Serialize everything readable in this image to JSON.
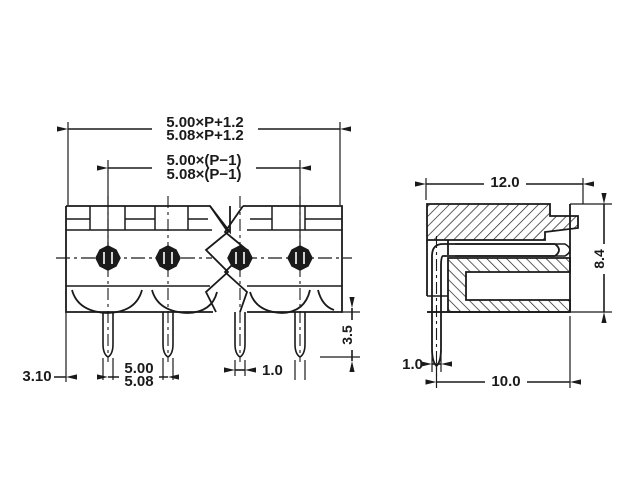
{
  "drawing": {
    "title": "Terminal block connector mechanical drawing",
    "background_color": "#ffffff",
    "line_color": "#1a1a1a",
    "views": {
      "front": {
        "name": "front-view",
        "pin_count_visible": 4,
        "break_symbol": true
      },
      "side": {
        "name": "side-section-view",
        "hatched": true,
        "right_angle_pin": true
      }
    },
    "dimensions": {
      "overall_width_top": "5.00×P+1.2",
      "overall_width_top_alt": "5.08×P+1.2",
      "pin_span": "5.00×(P−1)",
      "pin_span_alt": "5.08×(P−1)",
      "pitch": "5.00",
      "pitch_alt": "5.08",
      "left_offset": "3.10",
      "pin_thickness_front": "1.0",
      "pin_length_front": "3.5",
      "body_depth": "12.0",
      "body_height": "8.4",
      "pin_thickness_side": "1.0",
      "pin_horizontal_length": "10.0"
    }
  }
}
